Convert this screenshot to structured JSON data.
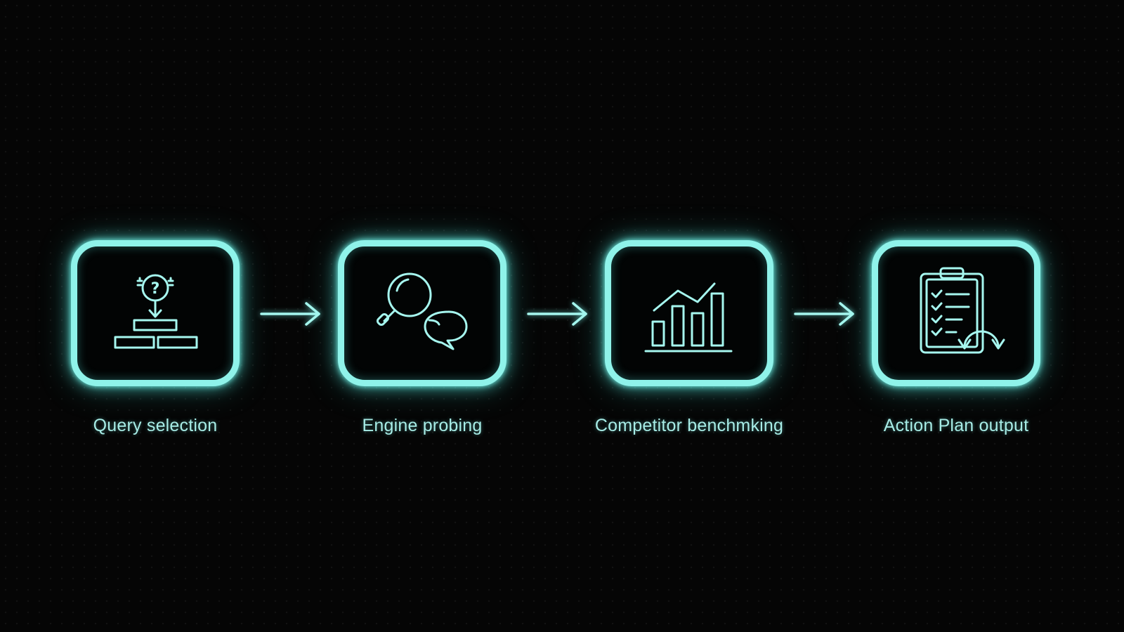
{
  "steps": [
    {
      "label": "Query selection",
      "icon": "question-funnel-blocks-icon"
    },
    {
      "label": "Engine probing",
      "icon": "magnifier-chat-icon"
    },
    {
      "label": "Competitor benchmking",
      "icon": "bar-chart-trend-icon"
    },
    {
      "label": "Action Plan output",
      "icon": "clipboard-checklist-icon"
    }
  ],
  "colors": {
    "background": "#050505",
    "accent": "#8ff3ea",
    "label": "#a7ece6"
  }
}
